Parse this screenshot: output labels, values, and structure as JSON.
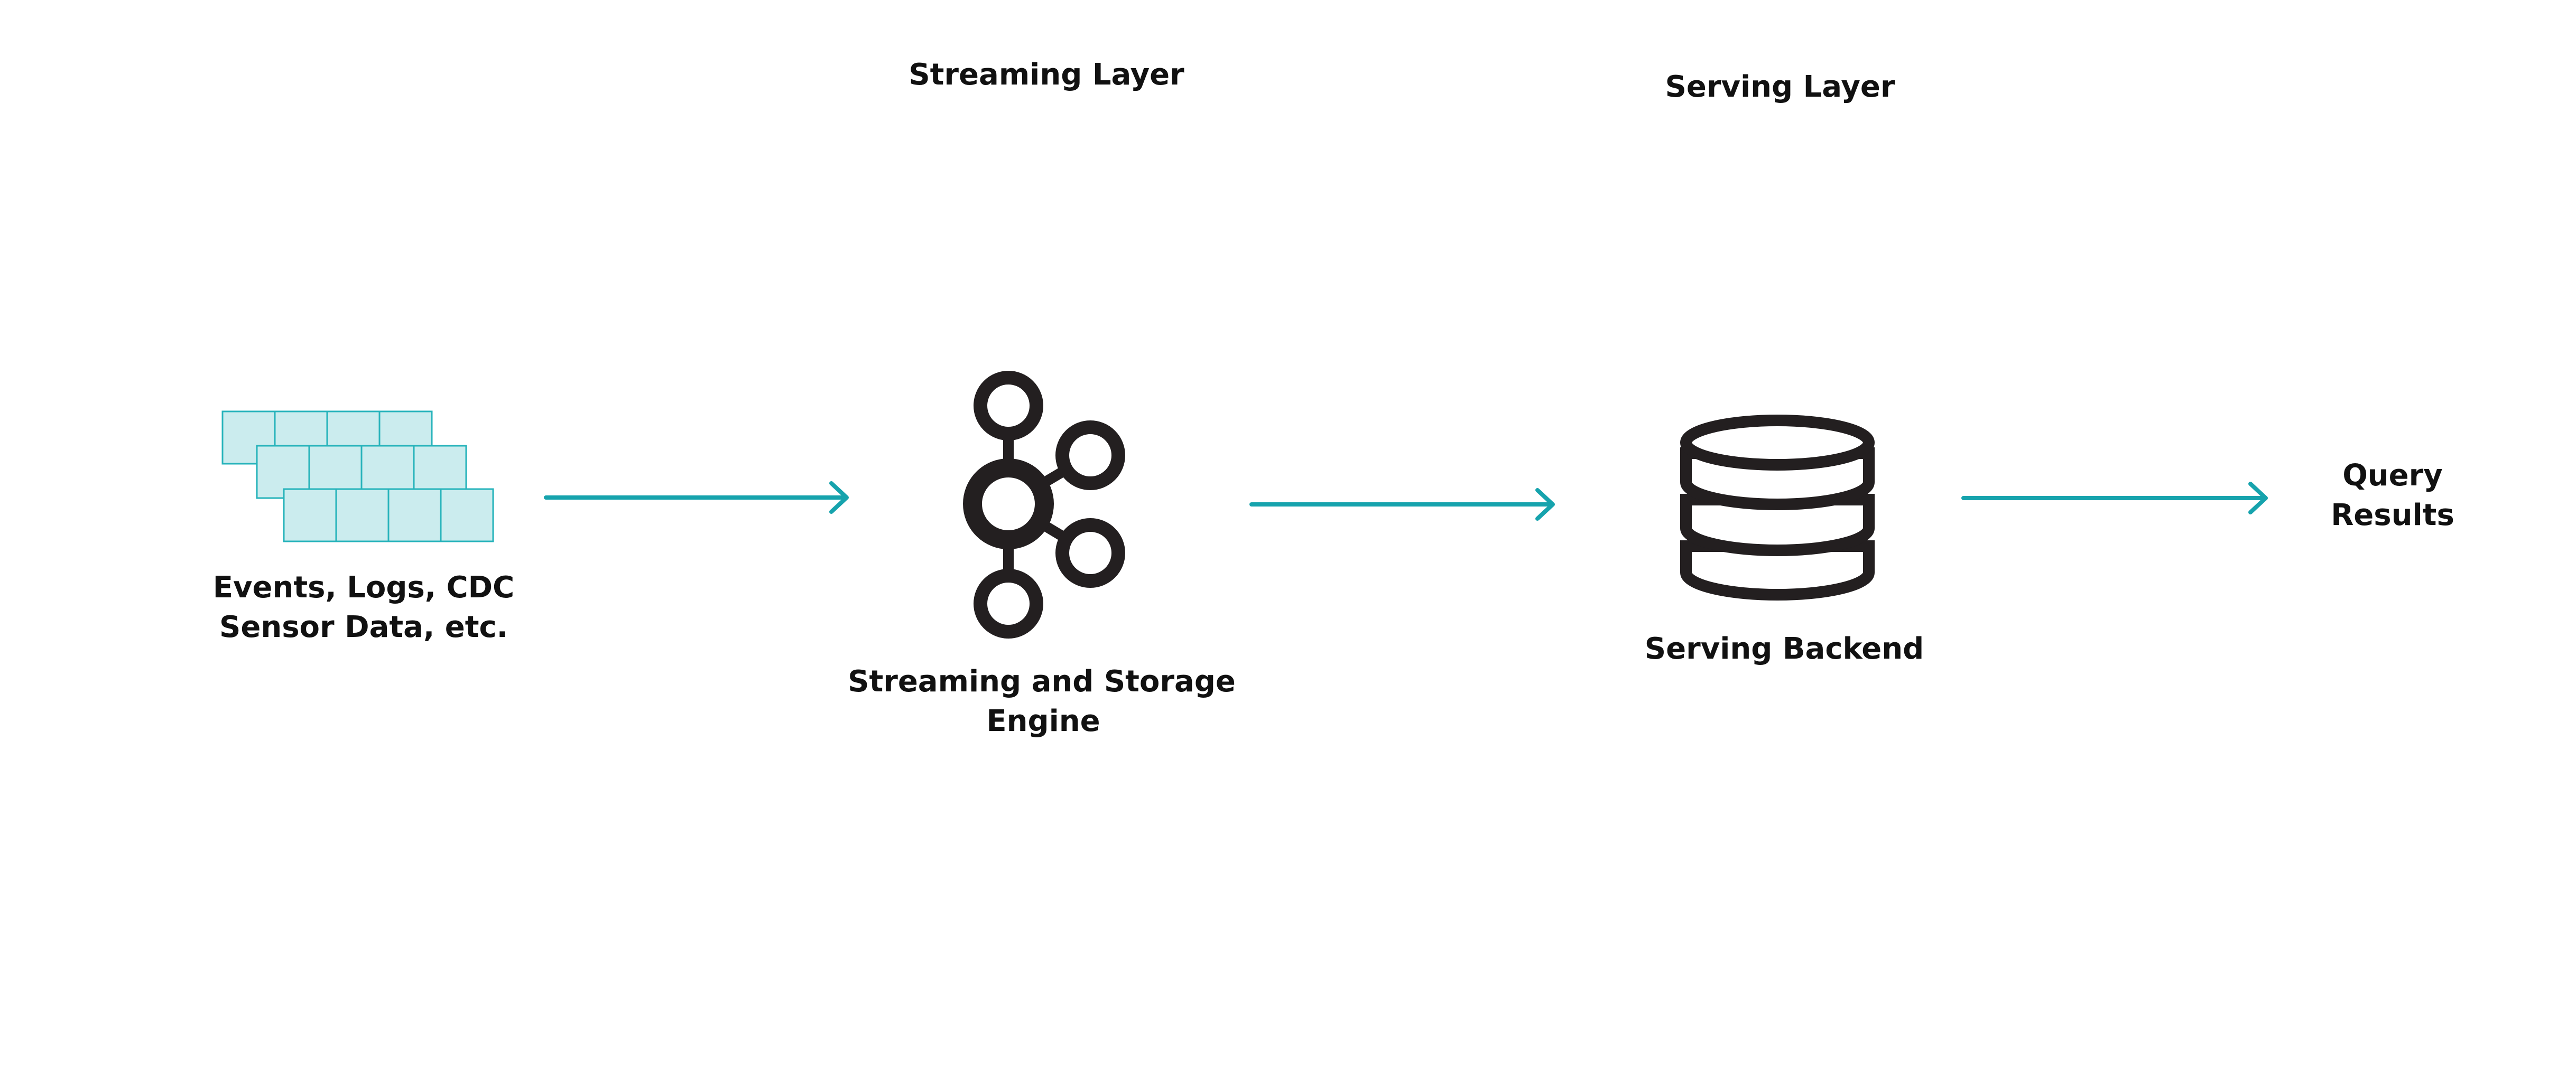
{
  "colors": {
    "accent": "#16a3ad",
    "cell_fill": "#cbecee",
    "cell_stroke": "#27b3bb",
    "icon": "#231f20",
    "text": "#111111"
  },
  "headers": {
    "streaming_layer": "Streaming Layer",
    "serving_layer": "Serving Layer"
  },
  "nodes": {
    "sources": {
      "icon": "event-grid-icon",
      "label_line1": "Events, Logs, CDC",
      "label_line2": "Sensor Data, etc."
    },
    "engine": {
      "icon": "kafka-hub-icon",
      "label_line1": "Streaming and Storage",
      "label_line2": "Engine"
    },
    "backend": {
      "icon": "database-icon",
      "label": "Serving Backend"
    },
    "output": {
      "label_line1": "Query",
      "label_line2": "Results"
    }
  },
  "edges": [
    {
      "from": "sources",
      "to": "engine"
    },
    {
      "from": "engine",
      "to": "backend"
    },
    {
      "from": "backend",
      "to": "output"
    }
  ]
}
